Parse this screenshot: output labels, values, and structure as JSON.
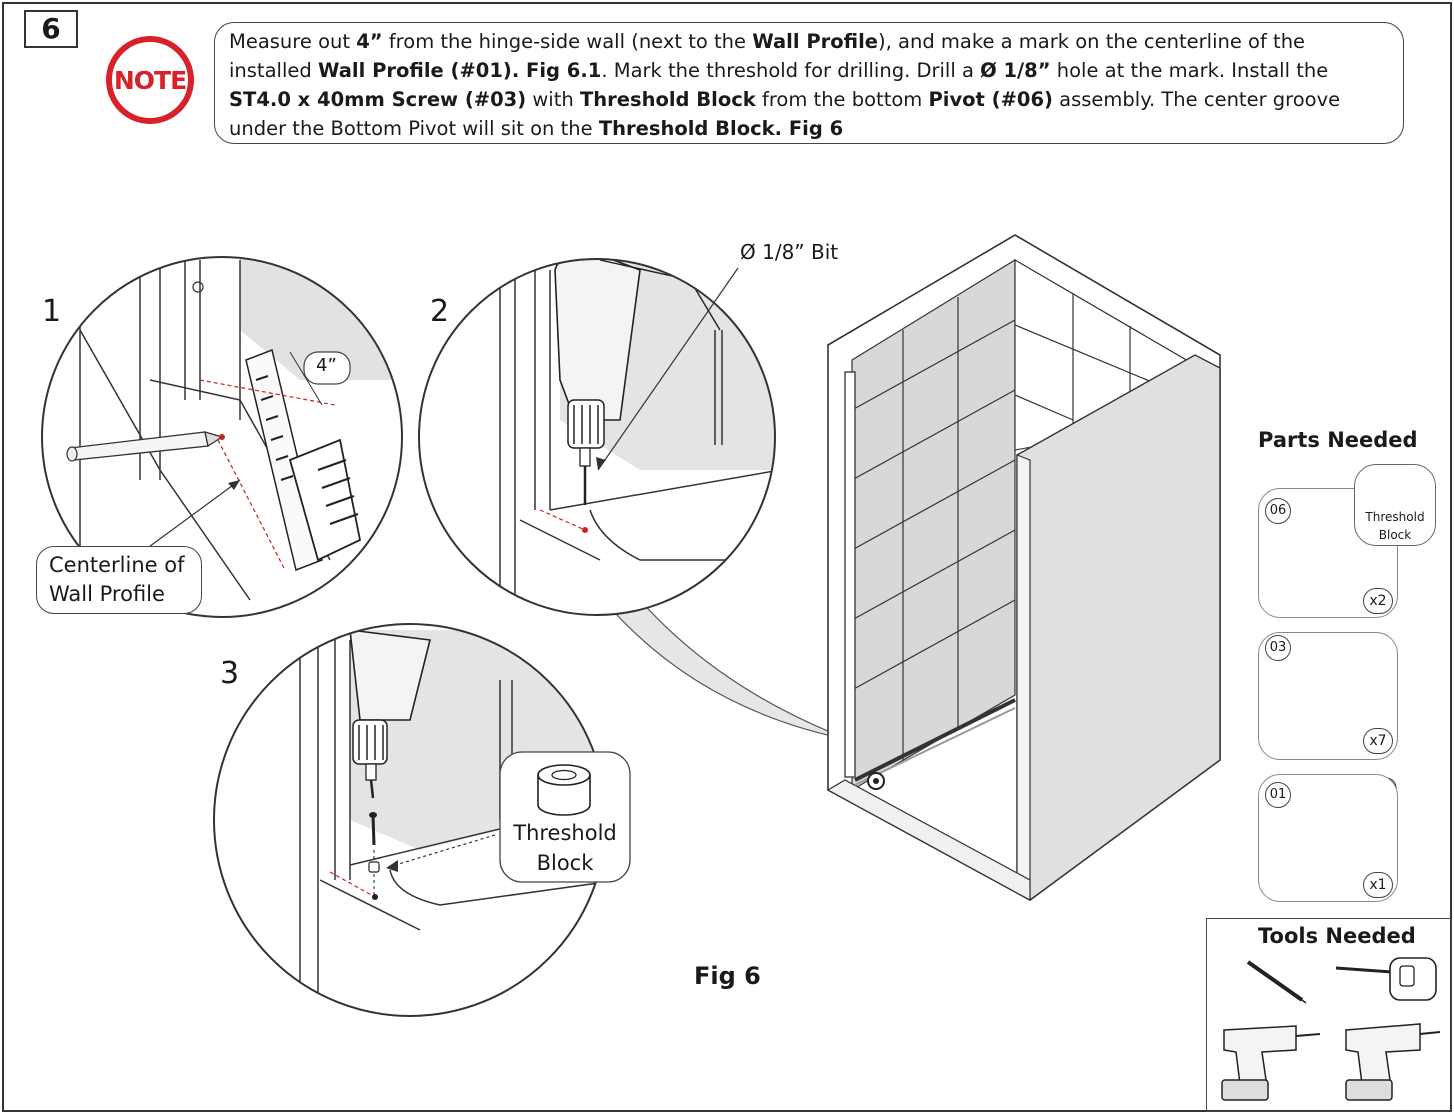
{
  "step_number": "6",
  "note_label": "NOTE",
  "instructions": {
    "s1": "Measure out ",
    "b1": "4”",
    "s2": " from the hinge-side wall (next to the ",
    "b2": "Wall Profile",
    "s3": "), and make a mark on the centerline of the installed ",
    "b3": "Wall Profile (#01). Fig 6.1",
    "s4": ". Mark the threshold for drilling.  Drill a ",
    "b4": "Ø 1/8”",
    "s5": " hole at the mark.  Install the ",
    "b5": "ST4.0 x 40mm Screw (#03)",
    "s6": " with ",
    "b6": "Threshold Block",
    "s7": " from the bottom ",
    "b7": "Pivot (#06)",
    "s8": " assembly. The center groove under the Bottom Pivot will sit on the ",
    "b8": "Threshold Block.   Fig 6"
  },
  "detail_1": {
    "number": "1",
    "measure_label": "4”",
    "callout": [
      "Centerline of",
      "Wall Profile"
    ]
  },
  "detail_2": {
    "number": "2",
    "bit_label": "Ø 1/8” Bit"
  },
  "detail_3": {
    "number": "3",
    "callout": [
      "Threshold",
      "Block"
    ]
  },
  "figure_label": "Fig 6",
  "parts_needed": {
    "title": "Parts Needed",
    "items": [
      {
        "number": "06",
        "qty": "x2",
        "sub_label": [
          "Threshold",
          "Block"
        ]
      },
      {
        "number": "03",
        "qty": "x7"
      },
      {
        "number": "01",
        "qty": "x1"
      }
    ]
  },
  "tools_needed": {
    "title": "Tools Needed",
    "tools": [
      "pencil-icon",
      "tape-measure-icon",
      "drill-icon",
      "drill-icon"
    ]
  },
  "colors": {
    "note_red": "#d8222a",
    "tile_gray": "#d9d9d9",
    "mark_red": "#cc2222"
  }
}
